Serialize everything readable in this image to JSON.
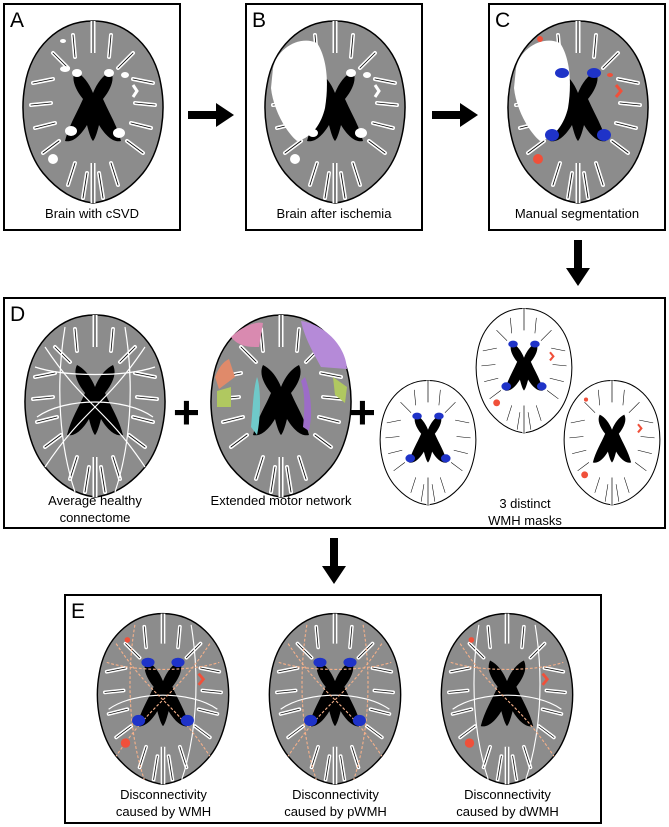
{
  "panels": {
    "A": {
      "letter": "A",
      "caption": "Brain with cSVD"
    },
    "B": {
      "letter": "B",
      "caption": "Brain after ischemia"
    },
    "C": {
      "letter": "C",
      "caption": "Manual segmentation"
    },
    "D": {
      "letter": "D",
      "captions": [
        "Average healthy\nconnectome",
        "Extended motor network",
        "3 distinct\nWMH masks"
      ]
    },
    "E": {
      "letter": "E",
      "captions": [
        "Disconnectivity\ncaused by WMH",
        "Disconnectivity\ncaused by pWMH",
        "Disconnectivity\ncaused by dWMH"
      ]
    }
  },
  "plus_sign": "+",
  "colors": {
    "brain_gray": "#8c8c8c",
    "ventricle": "#000000",
    "lesion_white": "#ffffff",
    "periventricular_blue": "#1f33c8",
    "deep_red": "#f0503a",
    "tract_line": "#ffffff",
    "disconnection_dashes": "#f4b08a",
    "network_regions": [
      "#b58ad8",
      "#d98ab0",
      "#b0c860",
      "#6fc9c9",
      "#9c6cc8",
      "#e08a6a"
    ]
  }
}
